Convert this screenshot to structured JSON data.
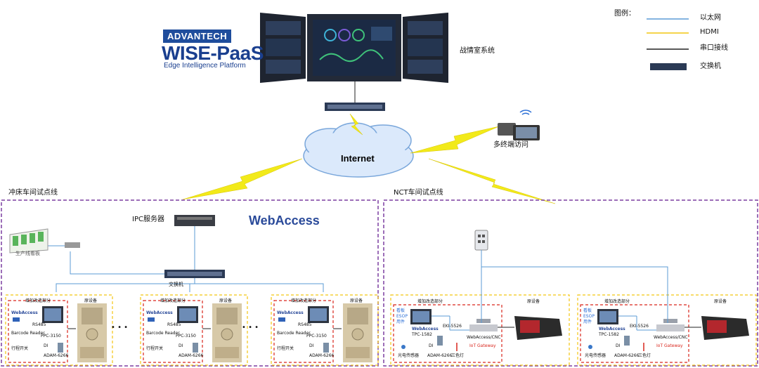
{
  "top": {
    "brand": "ADVANTECH",
    "platform": "WISE-PaaS",
    "platform_sub": "Edge Intelligence Platform",
    "war_room": "战情室系统"
  },
  "legend": {
    "title": "图例：",
    "items": [
      {
        "label": "以太网",
        "color": "#5b9bd5"
      },
      {
        "label": "HDMI",
        "color": "#f2c511"
      },
      {
        "label": "串口接线",
        "color": "#222222"
      },
      {
        "label": "交换机",
        "color": "#2b3a55"
      }
    ]
  },
  "internet": "Internet",
  "multi_terminal": "多终端访问",
  "left_zone": {
    "title": "冲床车间试点线",
    "ipc": "IPC服务器",
    "webaccess": "WebAccess",
    "board": "生产线看板",
    "switch": "交换机",
    "units": [
      {
        "added": "增加改造部分",
        "orig": "原设备",
        "barcode": "Barcode Reader",
        "rs485": "RS485",
        "ppc": "PPC-3150",
        "di": "DI",
        "adam": "ADAM-6266",
        "travel": "行程开关"
      },
      {
        "added": "增加改造部分",
        "orig": "原设备",
        "barcode": "Barcode Reader",
        "rs485": "RS485",
        "ppc": "PPC-3150",
        "di": "DI",
        "adam": "ADAM-6266",
        "travel": "行程开关"
      },
      {
        "added": "增加改造部分",
        "orig": "原设备",
        "barcode": "Barcode Reader",
        "rs485": "RS485",
        "ppc": "PPC-3150",
        "di": "DI",
        "adam": "ADAM-6266",
        "travel": "行程开关"
      }
    ],
    "dots": "• • •"
  },
  "right_zone": {
    "title": "NCT车间试点线",
    "units": [
      {
        "added": "增加改造部分",
        "orig": "原设备",
        "kanban": "看板",
        "esop": "ESOP",
        "func": "用件",
        "tpc": "TPC-1582",
        "eki": "EKI-5526",
        "webcnc": "WebAccess/CNC",
        "iot": "IoT Gateway",
        "di": "DI",
        "sensor": "光电传感器",
        "adam": "ADAM-6266",
        "lamp": "三色灯"
      },
      {
        "added": "增加改造部分",
        "orig": "原设备",
        "kanban": "看板",
        "esop": "ESOP",
        "func": "用件",
        "tpc": "TPC-1582",
        "eki": "EKI-5526",
        "webcnc": "WebAccess/CNC",
        "iot": "IoT Gateway",
        "di": "DI",
        "sensor": "光电传感器",
        "adam": "ADAM-6266",
        "lamp": "三色灯"
      }
    ]
  }
}
